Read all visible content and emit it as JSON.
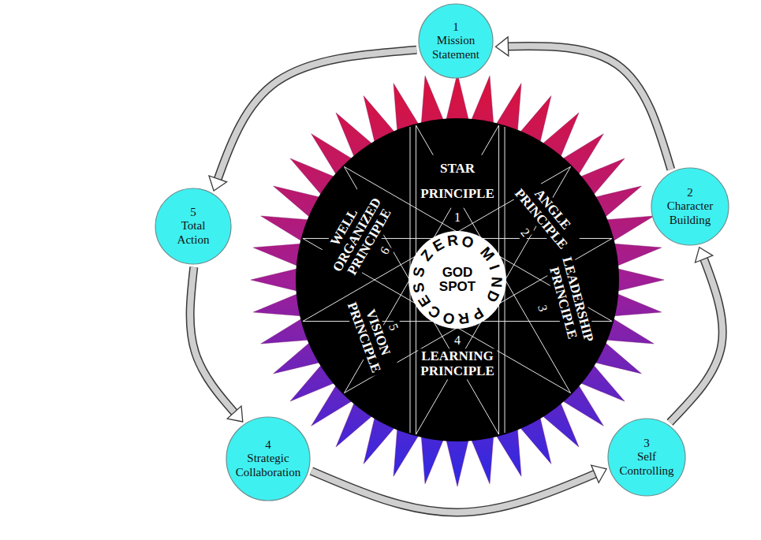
{
  "diagram": {
    "nodes": [
      {
        "text": [
          "1",
          "Mission Statement"
        ]
      },
      {
        "text": [
          "2",
          "Character Building"
        ]
      },
      {
        "text": [
          "3",
          "Self Controlling"
        ]
      },
      {
        "text": [
          "4",
          "Strategic Collaboration"
        ]
      },
      {
        "text": [
          "5",
          "Total Action"
        ]
      },
      {
        "text": [
          "STAR PRINCIPLE",
          "1",
          "ANGLE PRINCIPLE",
          "2",
          "LEADERSHIP PRINCIPLE",
          "3",
          "LEARNING PRINCIPLE",
          "4",
          "VISION PRINCIPLE",
          "5",
          "WELL ORGANIZED PRINCIPLE",
          "6"
        ]
      },
      {
        "text": [
          "ZERO MIND PROCESS",
          "GOD SPOT"
        ],
        "in": 5
      }
    ],
    "edges": [
      {
        "from": 0,
        "to": 4,
        "arrow": "to"
      },
      {
        "from": 4,
        "to": 3,
        "arrow": "to"
      },
      {
        "from": 3,
        "to": 2,
        "arrow": "to"
      },
      {
        "from": 2,
        "to": 1,
        "arrow": "to"
      },
      {
        "from": 1,
        "to": 0,
        "arrow": "to"
      }
    ]
  }
}
